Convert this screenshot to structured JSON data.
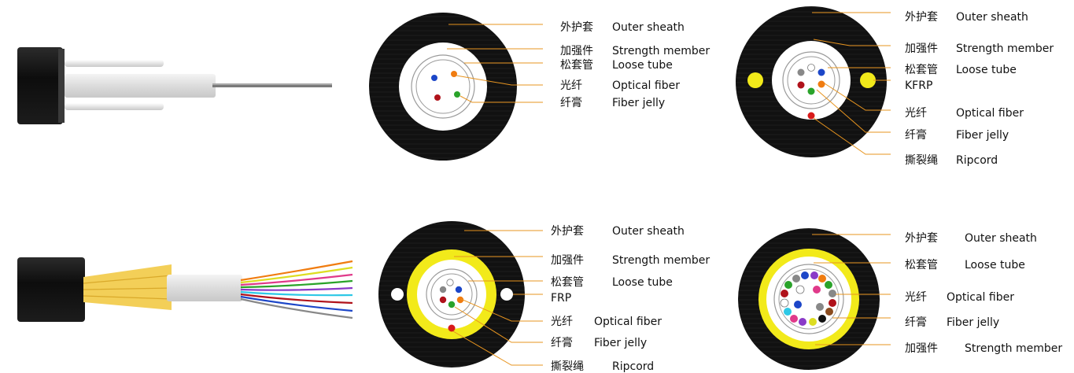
{
  "diagrams": [
    {
      "id": "cable-1",
      "labels": [
        {
          "cn": "外护套",
          "en": "Outer sheath"
        },
        {
          "cn": "加强件",
          "en": "Strength member"
        },
        {
          "cn": "松套管",
          "en": "Loose tube"
        },
        {
          "cn": "光纤",
          "en": "Optical fiber"
        },
        {
          "cn": "纤膏",
          "en": "Fiber jelly"
        }
      ]
    },
    {
      "id": "cable-2",
      "labels": [
        {
          "cn": "外护套",
          "en": "Outer sheath"
        },
        {
          "cn": "加强件",
          "en": "Strength member"
        },
        {
          "cn": "松套管",
          "en": "Loose tube"
        },
        {
          "cn": "",
          "en": "KFRP"
        },
        {
          "cn": "光纤",
          "en": "Optical fiber"
        },
        {
          "cn": "纤膏",
          "en": "Fiber jelly"
        },
        {
          "cn": "撕裂绳",
          "en": "Ripcord"
        }
      ]
    },
    {
      "id": "cable-3",
      "labels": [
        {
          "cn": "外护套",
          "en": "Outer sheath"
        },
        {
          "cn": "加强件",
          "en": "Strength member"
        },
        {
          "cn": "松套管",
          "en": "Loose tube"
        },
        {
          "cn": "",
          "en": "FRP"
        },
        {
          "cn": "光纤",
          "en": "Optical fiber"
        },
        {
          "cn": "纤膏",
          "en": "Fiber jelly"
        },
        {
          "cn": "撕裂绳",
          "en": "Ripcord"
        }
      ]
    },
    {
      "id": "cable-4",
      "labels": [
        {
          "cn": "外护套",
          "en": "Outer sheath"
        },
        {
          "cn": "松套管",
          "en": "Loose tube"
        },
        {
          "cn": "光纤",
          "en": "Optical fiber"
        },
        {
          "cn": "纤膏",
          "en": "Fiber jelly"
        },
        {
          "cn": "加强件",
          "en": "Strength member"
        }
      ]
    }
  ],
  "colors": {
    "sheath": "#111111",
    "leader": "#e7941f",
    "yarn": "#f2ea1a",
    "tube_outline": "#9a9a9a",
    "fibers": [
      "#1c46c8",
      "#f07c10",
      "#2aa32a",
      "#b0121b",
      "#888888",
      "#ffffff",
      "#8a4b1f",
      "#111111",
      "#e03a8a",
      "#8a3ac8",
      "#2ec8e6",
      "#dddd22"
    ]
  },
  "cable_photos": [
    {
      "name": "photo-central-tube-cable",
      "icon": "cable-photo"
    },
    {
      "name": "photo-fan-out-cable",
      "icon": "cable-photo"
    }
  ]
}
